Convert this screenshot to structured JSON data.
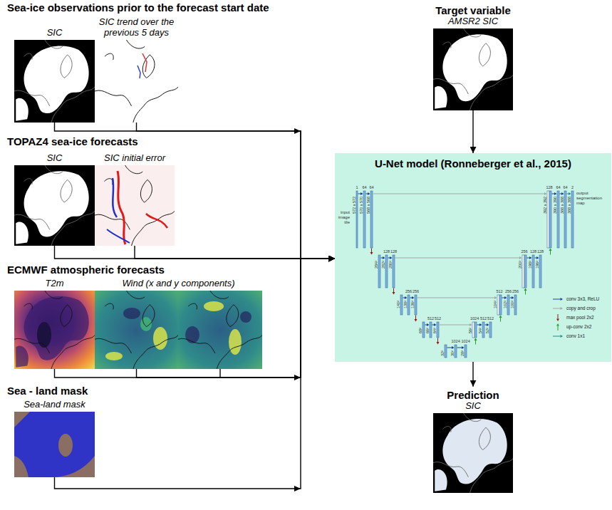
{
  "diagram": {
    "nodes": [
      {
        "text": [
          "Sea-ice observations prior to the forecast start date"
        ]
      },
      {
        "text": [
          "SIC"
        ],
        "in": 0
      },
      {
        "text": [
          "SIC trend over the previous 5 days"
        ],
        "in": 0
      },
      {
        "text": [
          "TOPAZ4 sea-ice forecasts"
        ]
      },
      {
        "text": [
          "SIC"
        ],
        "in": 3
      },
      {
        "text": [
          "SIC initial error"
        ],
        "in": 3
      },
      {
        "text": [
          "ECMWF atmospheric forecasts"
        ]
      },
      {
        "text": [
          "T2m"
        ],
        "in": 6
      },
      {
        "text": [
          "Wind (x and y components)"
        ],
        "in": 6
      },
      {
        "text": [
          "Sea - land mask"
        ]
      },
      {
        "text": [
          "Sea-land mask"
        ],
        "in": 9
      },
      {
        "text": [
          "Target variable",
          "AMSR2 SIC"
        ]
      },
      {
        "text": [
          "U-Net model (Ronneberger et al., 2015)"
        ]
      },
      {
        "text": [
          "Prediction",
          "SIC"
        ]
      }
    ],
    "edges": [
      {
        "from": 1,
        "to": 12,
        "arrow": "to"
      },
      {
        "from": 2,
        "to": 12,
        "arrow": "to"
      },
      {
        "from": 4,
        "to": 12,
        "arrow": "to"
      },
      {
        "from": 5,
        "to": 12,
        "arrow": "to"
      },
      {
        "from": 7,
        "to": 12,
        "arrow": "to"
      },
      {
        "from": 8,
        "to": 12,
        "arrow": "to"
      },
      {
        "from": 10,
        "to": 12,
        "arrow": "to"
      },
      {
        "from": 11,
        "to": 12,
        "arrow": "to"
      },
      {
        "from": 12,
        "to": 13,
        "arrow": "to"
      }
    ],
    "labels": [
      "input image tile",
      "1",
      "572 x 572",
      "64",
      "570 x 570",
      "64",
      "568 x 568",
      "284²",
      "128",
      "282²",
      "128",
      "280²",
      "140²",
      "256",
      "138²",
      "256",
      "136²",
      "68²",
      "512",
      "66²",
      "512",
      "64²",
      "32²",
      "1024",
      "30²",
      "1024",
      "28²",
      "1024",
      "56²",
      "512",
      "54²",
      "512",
      "52²",
      "512",
      "104²",
      "256",
      "102²",
      "256",
      "100²",
      "256",
      "200²",
      "128",
      "198²",
      "128",
      "196²",
      "128",
      "392 x 392",
      "64",
      "390 x 390",
      "64",
      "388 x 388",
      "2",
      "388 x 388",
      "output segmentation map"
    ],
    "legend": [
      {
        "text": "conv 3x3, ReLU"
      },
      {
        "text": "copy and crop"
      },
      {
        "text": "max pool 2x2"
      },
      {
        "text": "up-conv 2x2"
      },
      {
        "text": "conv 1x1"
      }
    ]
  }
}
